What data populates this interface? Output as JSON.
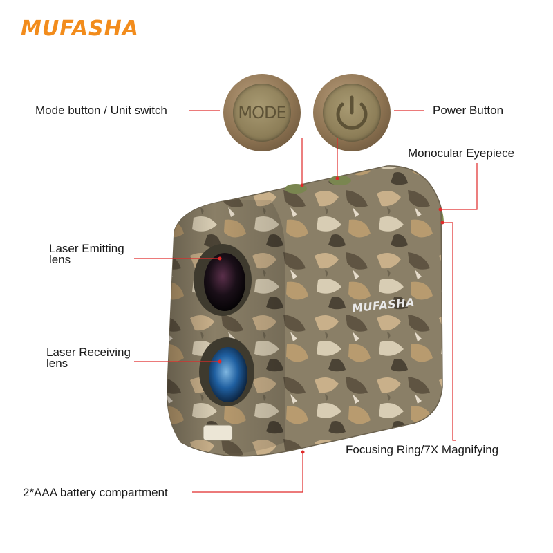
{
  "brand_logo": "MUFASHA",
  "device_logo": "MUFASHA",
  "mode_button_text": "MODE",
  "callouts": {
    "mode_button": "Mode button / Unit switch",
    "power_button": "Power Button",
    "eyepiece": "Monocular Eyepiece",
    "laser_emitting": [
      "Laser Emitting",
      "lens"
    ],
    "laser_receiving": [
      "Laser Receiving",
      "lens"
    ],
    "focusing_ring": "Focusing Ring/7X Magnifying",
    "battery": "2*AAA battery compartment"
  },
  "colors": {
    "brand": "#f28c1c",
    "leader_line": "#e02a2a",
    "camo_base": "#8a7f67"
  },
  "icons": [
    "power-icon"
  ]
}
